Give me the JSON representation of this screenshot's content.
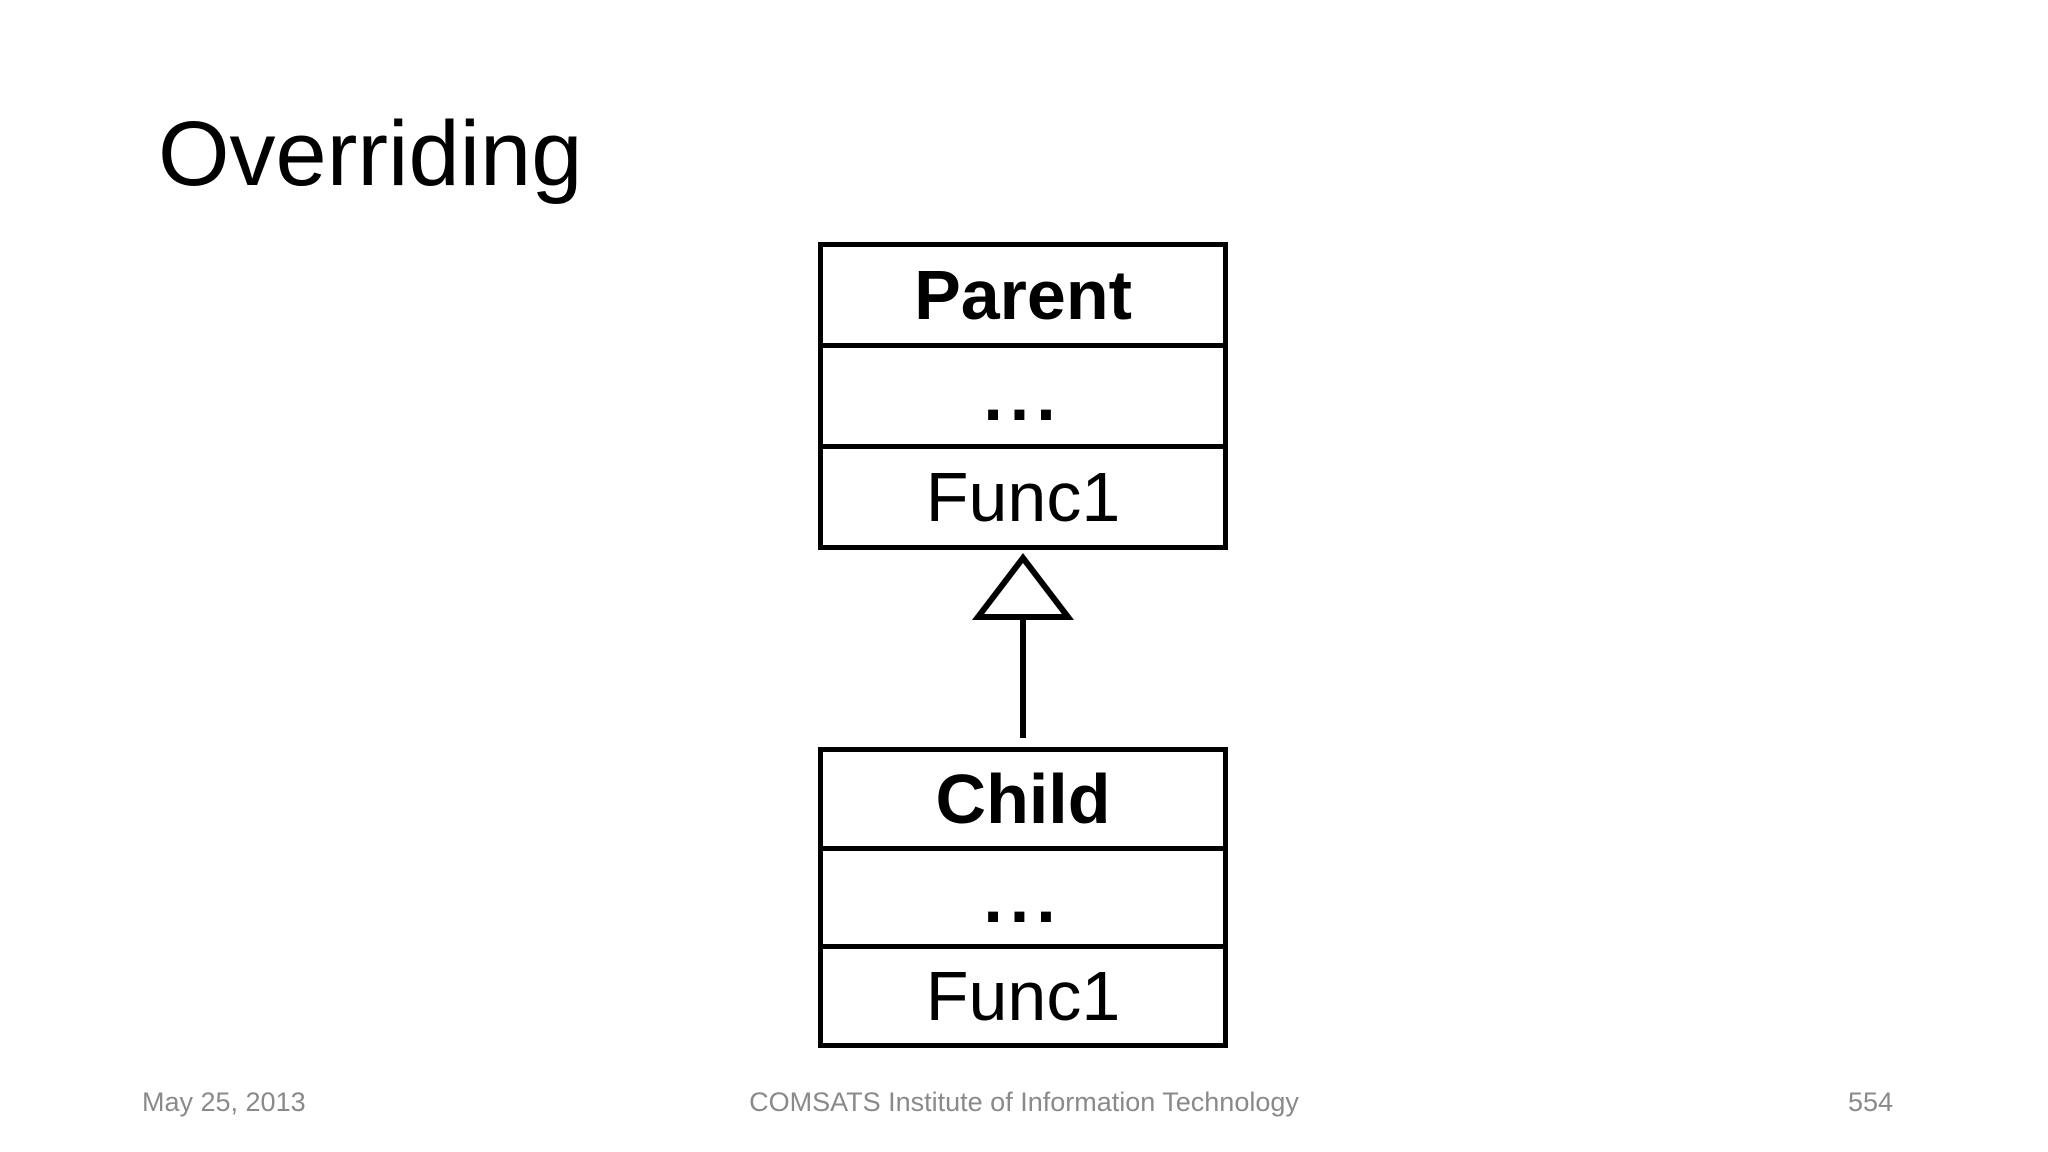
{
  "title": "Overriding",
  "diagram": {
    "type": "uml-class-inheritance",
    "classes": [
      {
        "name": "Parent",
        "members": [
          "...",
          "Func1"
        ]
      },
      {
        "name": "Child",
        "members": [
          "...",
          "Func1"
        ]
      }
    ],
    "relation": {
      "from": "Child",
      "to": "Parent",
      "kind": "inheritance",
      "arrow": "hollow-triangle-pointing-up"
    }
  },
  "footer": {
    "date": "May 25, 2013",
    "center": "COMSATS Institute of Information Technology",
    "page_number": "554"
  },
  "colors": {
    "background": "#ffffff",
    "text": "#000000",
    "diagram_line": "#000000",
    "footer_text": "#8a8a8a"
  }
}
